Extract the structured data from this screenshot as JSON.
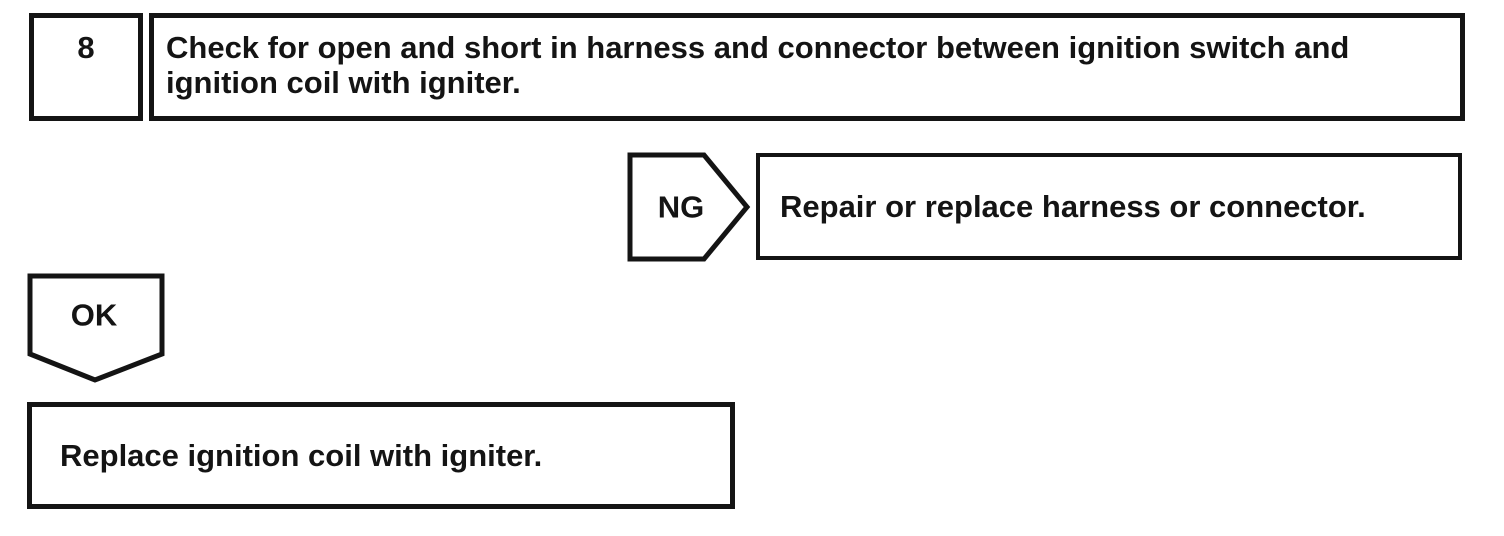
{
  "flowchart": {
    "step": {
      "number": "8",
      "instruction": "Check for open and short in harness and connector between ignition switch and ignition coil with igniter."
    },
    "ng_branch": {
      "label": "NG",
      "action": "Repair or replace harness or connector."
    },
    "ok_branch": {
      "label": "OK",
      "action": "Replace ignition coil with igniter."
    },
    "colors": {
      "ink": "#141414",
      "paper": "#ffffff"
    }
  }
}
